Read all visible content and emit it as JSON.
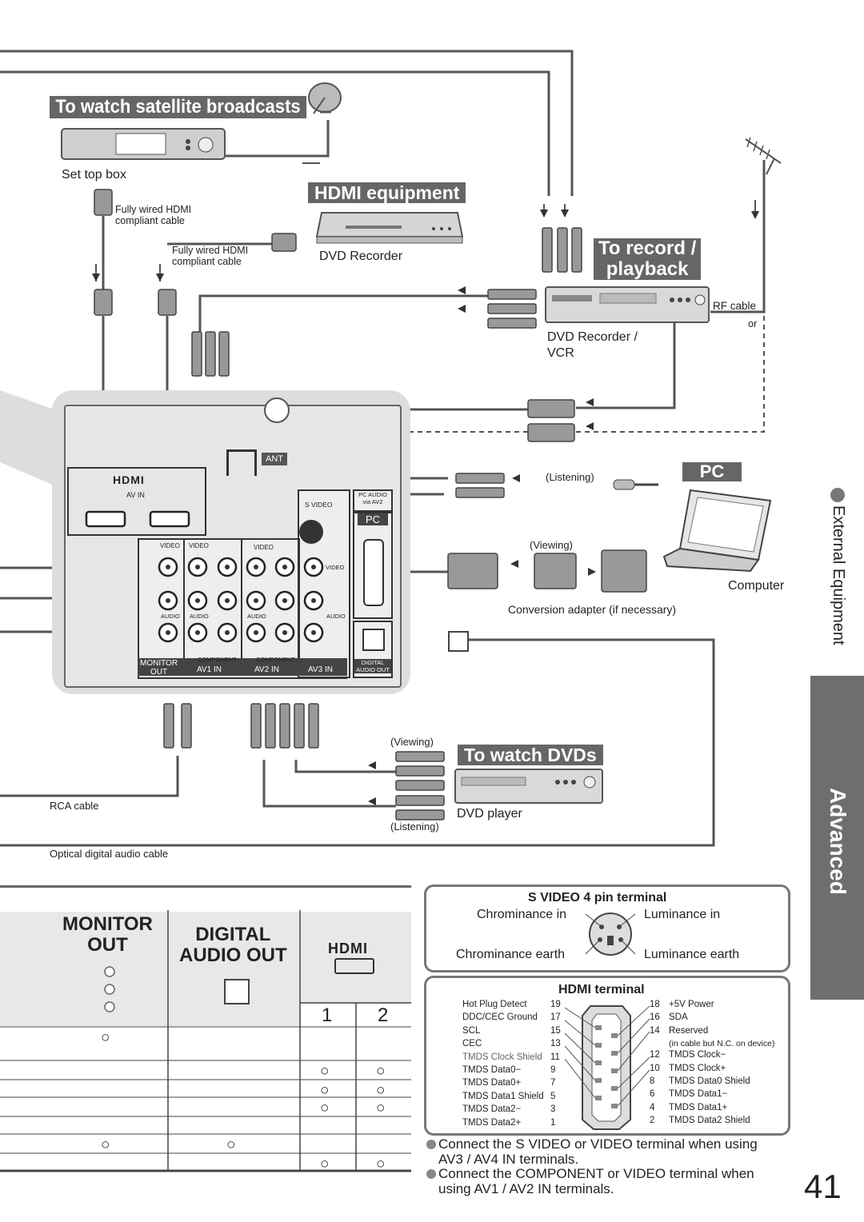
{
  "headers": {
    "satellite": "To watch satellite broadcasts",
    "hdmi_equipment": "HDMI equipment",
    "record_playback_1": "To record /",
    "record_playback_2": "playback",
    "pc": "PC",
    "watch_dvds": "To watch DVDs"
  },
  "labels": {
    "set_top_box": "Set top box",
    "fully_wired_1a": "Fully wired HDMI",
    "fully_wired_1b": "compliant cable",
    "fully_wired_2a": "Fully wired HDMI",
    "fully_wired_2b": "compliant cable",
    "dvd_recorder": "DVD Recorder",
    "dvd_recorder_vcr_1": "DVD Recorder /",
    "dvd_recorder_vcr_2": "VCR",
    "rf_cable": "RF cable",
    "or": "or",
    "listening": "(Listening)",
    "viewing": "(Viewing)",
    "computer": "Computer",
    "conversion_adapter": "Conversion adapter (if necessary)",
    "viewing_dvd": "(Viewing)",
    "listening_dvd": "(Listening)",
    "dvd_player": "DVD player",
    "rca_cable": "RCA cable",
    "optical_cable": "Optical digital audio cable"
  },
  "tv_panel": {
    "hdmi_logo": "HDMI",
    "av_in": "AV IN",
    "ant": "ANT",
    "s_video": "S VIDEO",
    "pc_audio_1": "PC AUDIO",
    "pc_audio_2": "via AV2",
    "pc_label": "PC",
    "video": "VIDEO",
    "audio": "AUDIO",
    "monitor_out_1": "MONITOR",
    "monitor_out_2": "OUT",
    "av1_in": "AV1  IN",
    "av2_in": "AV2  IN",
    "av3_in": "AV3  IN",
    "digital_1": "DIGITAL",
    "digital_2": "AUDIO OUT",
    "component": "COMPONENT"
  },
  "sidebar": {
    "external_equipment": "External Equipment",
    "advanced": "Advanced"
  },
  "table": {
    "monitor_out_1": "MONITOR",
    "monitor_out_2": "OUT",
    "digital_1": "DIGITAL",
    "digital_2": "AUDIO OUT",
    "hdmi_logo": "HDMI",
    "col1": "1",
    "col2": "2",
    "rows": [
      [
        "○",
        "",
        "",
        ""
      ],
      [
        "",
        "",
        "○",
        "○"
      ],
      [
        "",
        "",
        "○",
        "○"
      ],
      [
        "",
        "",
        "○",
        "○"
      ],
      [
        "",
        "",
        "",
        ""
      ],
      [
        "○",
        "○",
        "",
        ""
      ],
      [
        "",
        "",
        "○",
        "○"
      ]
    ]
  },
  "svideo": {
    "title": "S VIDEO 4 pin terminal",
    "chrom_in": "Chrominance in",
    "lum_in": "Luminance in",
    "chrom_earth": "Chrominance earth",
    "lum_earth": "Luminance earth"
  },
  "hdmi_terminal": {
    "title": "HDMI terminal",
    "left": [
      {
        "name": "Hot Plug Detect",
        "pin": "19"
      },
      {
        "name": "DDC/CEC Ground",
        "pin": "17"
      },
      {
        "name": "SCL",
        "pin": "15"
      },
      {
        "name": "CEC",
        "pin": "13"
      },
      {
        "name": "TMDS Clock Shield",
        "pin": "11"
      },
      {
        "name": "TMDS Data0−",
        "pin": "9"
      },
      {
        "name": "TMDS Data0+",
        "pin": "7"
      },
      {
        "name": "TMDS Data1 Shield",
        "pin": "5"
      },
      {
        "name": "TMDS Data2−",
        "pin": "3"
      },
      {
        "name": "TMDS Data2+",
        "pin": "1"
      }
    ],
    "right": [
      {
        "pin": "18",
        "name": "+5V Power"
      },
      {
        "pin": "16",
        "name": "SDA"
      },
      {
        "pin": "14",
        "name": "Reserved"
      },
      {
        "pin": "",
        "name": "(in cable but N.C. on device)"
      },
      {
        "pin": "12",
        "name": "TMDS Clock−"
      },
      {
        "pin": "10",
        "name": "TMDS Clock+"
      },
      {
        "pin": "8",
        "name": "TMDS Data0 Shield"
      },
      {
        "pin": "6",
        "name": "TMDS Data1−"
      },
      {
        "pin": "4",
        "name": "TMDS Data1+"
      },
      {
        "pin": "2",
        "name": "TMDS Data2 Shield"
      }
    ]
  },
  "notes": {
    "note1a": "Connect the S VIDEO or VIDEO terminal when using",
    "note1b": "AV3 / AV4 IN terminals.",
    "note2a": "Connect the COMPONENT or VIDEO terminal when",
    "note2b": "using AV1 / AV2 IN terminals."
  },
  "page_number": "41"
}
